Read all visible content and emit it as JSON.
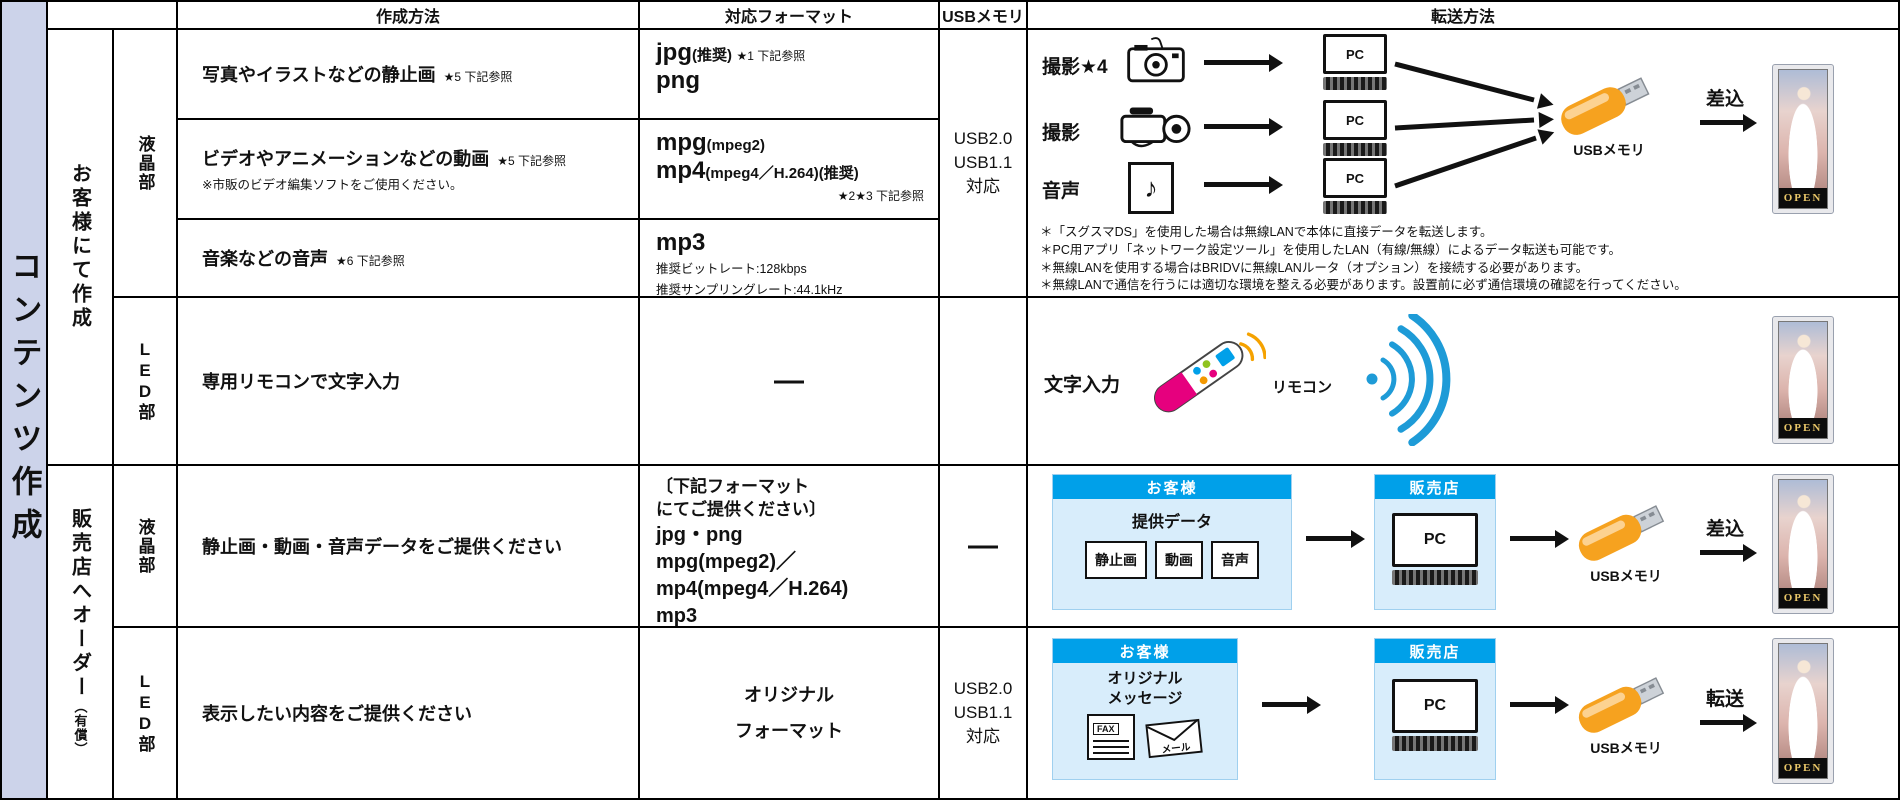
{
  "rail": {
    "title": "コンテンツ作成"
  },
  "header": {
    "method": "作成方法",
    "format": "対応フォーマット",
    "usb": "USBメモリ",
    "transfer": "転送方法"
  },
  "groups": {
    "customer": "お客様にて作成",
    "dealer_main": "販売店へオーダー",
    "dealer_sub": "（有償）"
  },
  "sections": {
    "lcd": "液晶部",
    "led": "LED部"
  },
  "rows": {
    "photo": {
      "method": "写真やイラストなどの静止画",
      "method_note": "★5 下記参照",
      "fmt1_big": "jpg",
      "fmt1_small": "(推奨)",
      "fmt1_note": "★1 下記参照",
      "fmt2_big": "png"
    },
    "video": {
      "method": "ビデオやアニメーションなどの動画",
      "method_note": "★5 下記参照",
      "method_caution": "※市販のビデオ編集ソフトをご使用ください。",
      "fmt1_big": "mpg",
      "fmt1_small": "(mpeg2)",
      "fmt2_big": "mp4",
      "fmt2_small": "(mpeg4／H.264)(推奨)",
      "fmt_note": "★2★3 下記参照"
    },
    "audio": {
      "method": "音楽などの音声",
      "method_note": "★6 下記参照",
      "fmt_big": "mp3",
      "fmt_sub1": "推奨ビットレート:128kbps",
      "fmt_sub2": "推奨サンプリングレート:44.1kHz"
    },
    "led_remote": {
      "method": "専用リモコンで文字入力",
      "format_dash": "―"
    },
    "dealer_lcd": {
      "method": "静止画・動画・音声データをご提供ください",
      "fmt_l1": "〔下記フォーマット",
      "fmt_l2": "にてご提供ください〕",
      "fmt_l3": "jpg・png",
      "fmt_l4": "mpg(mpeg2)／",
      "fmt_l5": "mp4(mpeg4／H.264)",
      "fmt_l6": "mp3",
      "usb_dash": "―"
    },
    "dealer_led": {
      "method": "表示したい内容をご提供ください",
      "fmt_l1": "オリジナル",
      "fmt_l2": "フォーマット"
    }
  },
  "usb_support": {
    "l1": "USB2.0",
    "l2": "USB1.1",
    "l3": "対応"
  },
  "pc_label": "PC",
  "usb_label": "USBメモリ",
  "transfer1": {
    "src1": "撮影★4",
    "src2": "撮影",
    "src3": "音声",
    "note_symbol": "♪",
    "insert": "差込",
    "notes": [
      "＊「スグスマDS」を使用した場合は無線LANで本体に直接データを転送します。",
      "＊PC用アプリ「ネットワーク設定ツール」を使用したLAN（有線/無線）によるデータ転送も可能です。",
      "＊無線LANを使用する場合はBRIDVに無線LANルータ（オプション）を接続する必要があります。",
      "＊無線LANで通信を行うには適切な環境を整える必要があります。設置前に必ず通信環境の確認を行ってください。"
    ]
  },
  "transfer2": {
    "input": "文字入力",
    "remote": "リモコン"
  },
  "transfer3": {
    "customer": "お客様",
    "provide": "提供データ",
    "item1": "静止画",
    "item2": "動画",
    "item3": "音声",
    "dealer": "販売店",
    "insert": "差込"
  },
  "transfer4": {
    "customer": "お客様",
    "msg1": "オリジナル",
    "msg2": "メッセージ",
    "fax": "FAX",
    "mail": "メール",
    "dealer": "販売店",
    "send": "転送"
  },
  "display": {
    "open": "OPEN"
  },
  "colors": {
    "rail_bg": "#ccd3ea",
    "accent_blue": "#00a0e9",
    "panel_bg": "#d8edfb",
    "wave_blue": "#1e9bd7",
    "usb_orange": "#f6a21f"
  }
}
